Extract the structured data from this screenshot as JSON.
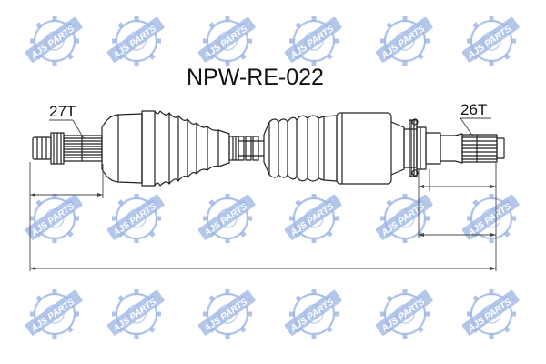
{
  "drawing": {
    "part_number": "NPW-RE-022",
    "left_spline_label": "27T",
    "right_spline_label": "26T"
  },
  "watermark": {
    "logo_text": "AJS",
    "logo_subtext": "PARTS",
    "logo_color": "#2d63c8"
  },
  "colors": {
    "line": "#222222",
    "dimension_line": "#444444"
  }
}
